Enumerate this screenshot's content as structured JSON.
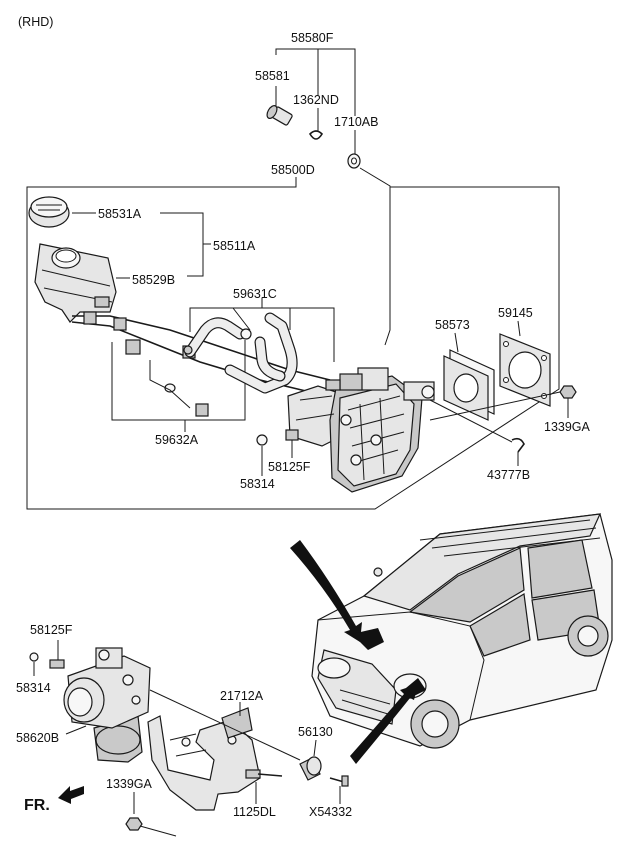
{
  "variant_label": "(RHD)",
  "direction_label": "FR.",
  "part_numbers": {
    "p58580F": "58580F",
    "p58581": "58581",
    "p1362ND": "1362ND",
    "p1710AB": "1710AB",
    "p58500D": "58500D",
    "p58531A": "58531A",
    "p58511A": "58511A",
    "p58529B": "58529B",
    "p59631C": "59631C",
    "p58573": "58573",
    "p59145": "59145",
    "p1339GA_top": "1339GA",
    "p59632A": "59632A",
    "p58125F_top": "58125F",
    "p58314_top": "58314",
    "p43777B": "43777B",
    "p58125F_bot": "58125F",
    "p58314_bot": "58314",
    "p21712A": "21712A",
    "p58620B": "58620B",
    "p56130": "56130",
    "p1339GA_bot": "1339GA",
    "p1125DL": "1125DL",
    "pX54332": "X54332"
  }
}
